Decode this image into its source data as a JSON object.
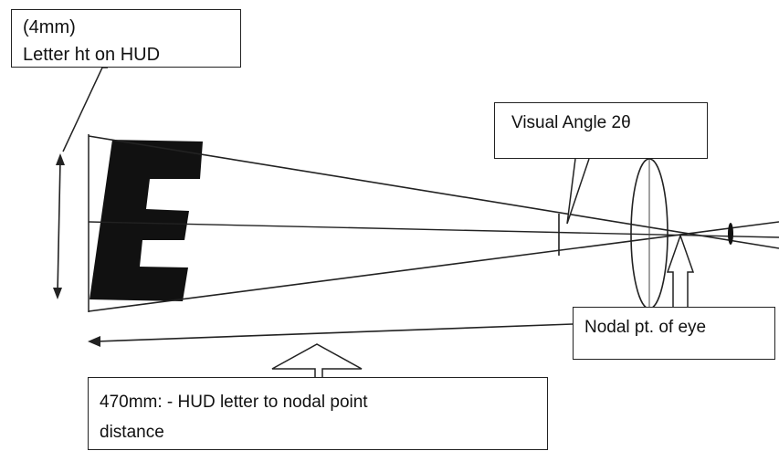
{
  "labels": {
    "letter_height_value": "(4mm)",
    "letter_height_caption": "Letter ht on HUD",
    "visual_angle": "Visual Angle 2θ",
    "nodal_point": "Nodal pt. of eye",
    "distance_line1": "470mm: - HUD letter to nodal point",
    "distance_line2": "distance"
  },
  "hud_letter": "E",
  "colors": {
    "lines": "#1a1a1a",
    "letter": "#111111",
    "background": "#ffffff"
  }
}
